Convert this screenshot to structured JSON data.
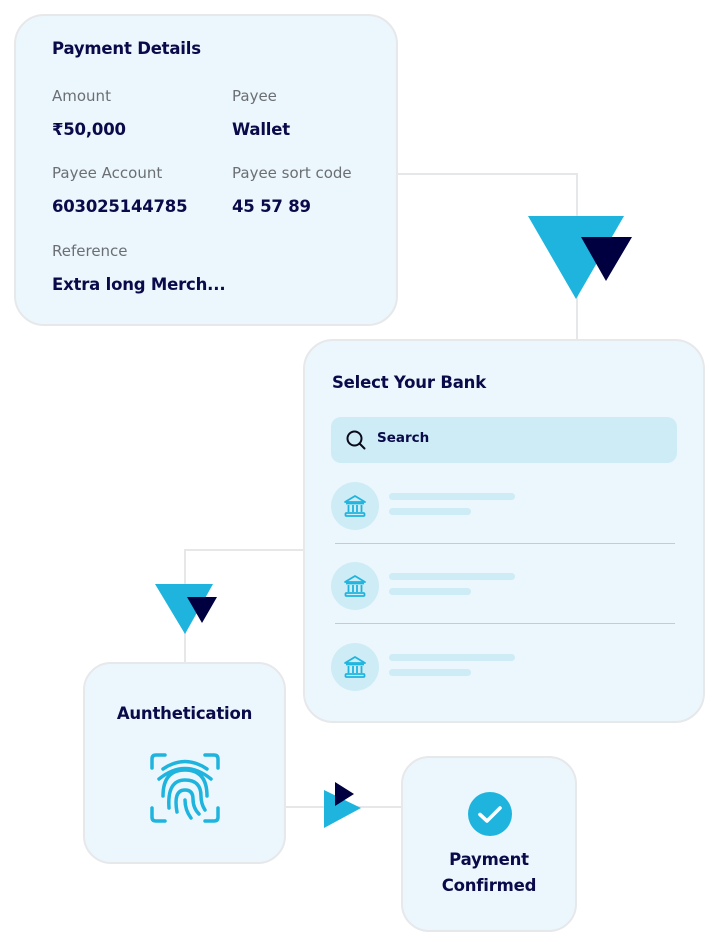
{
  "colors": {
    "accent": "#1eb4de",
    "navy": "#000040",
    "card_bg": "#ecf7fd",
    "skeleton": "#cdecf5",
    "connector": "#e5e7e9"
  },
  "payment_details": {
    "title": "Payment Details",
    "fields": [
      {
        "label": "Amount",
        "value": "₹50,000"
      },
      {
        "label": "Payee",
        "value": "Wallet"
      },
      {
        "label": "Payee Account",
        "value": "603025144785"
      },
      {
        "label": "Payee sort code",
        "value": "45 57 89"
      },
      {
        "label": "Reference",
        "value": "Extra long Merch..."
      }
    ]
  },
  "select_bank": {
    "title": "Select Your Bank",
    "search_placeholder": "Search",
    "search_icon": "search-icon",
    "bank_icon": "bank-icon",
    "bank_rows": 3
  },
  "authentication": {
    "title": "Aunthetication",
    "icon": "fingerprint-icon"
  },
  "confirmation": {
    "icon": "check-circle-icon",
    "title_line1": "Payment",
    "title_line2": "Confirmed"
  }
}
